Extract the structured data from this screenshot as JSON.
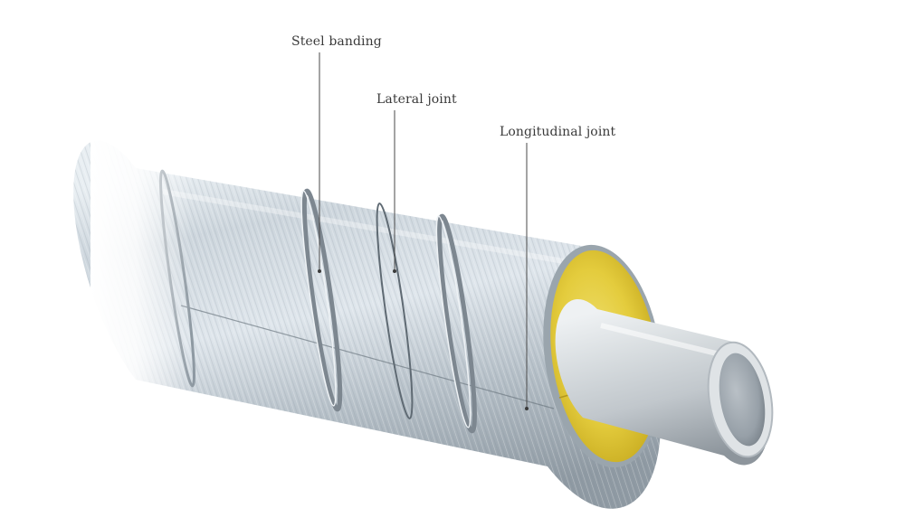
{
  "callouts": {
    "steel_banding": "Steel banding",
    "lateral_joint": "Lateral joint",
    "longitudinal_joint": "Longitudinal joint"
  },
  "components": {
    "cladding": {
      "color": "#c9d1d8"
    },
    "insulation": {
      "color": "#e6cf45"
    },
    "pipe": {
      "color": "#bfc4c9"
    }
  }
}
